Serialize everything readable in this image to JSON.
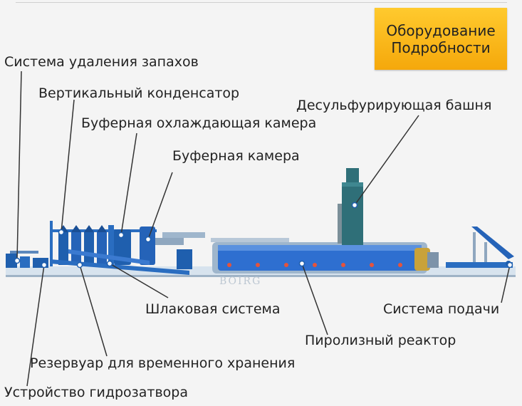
{
  "badge": {
    "line1": "Оборудование",
    "line2": "Подробности"
  },
  "labels": {
    "odor_removal": "Система удаления запахов",
    "vertical_condenser": "Вертикальный конденсатор",
    "buffer_cooling_chamber": "Буферная охлаждающая камера",
    "buffer_chamber": "Буферная камера",
    "desulfurization_tower": "Десульфурирующая башня",
    "slag_system": "Шлаковая система",
    "feeding_system": "Система подачи",
    "pyrolysis_reactor": "Пиролизный реактор",
    "temp_storage_tank": "Резервуар для временного хранения",
    "water_seal": "Устройство гидрозатвора"
  },
  "watermark": "BOIRG",
  "colors": {
    "badge": "#f5b41a",
    "equipment_blue": "#1f5fae",
    "reactor_blue": "#2e6fd0",
    "tower_teal": "#2f6f78",
    "leader_line": "#333333"
  }
}
